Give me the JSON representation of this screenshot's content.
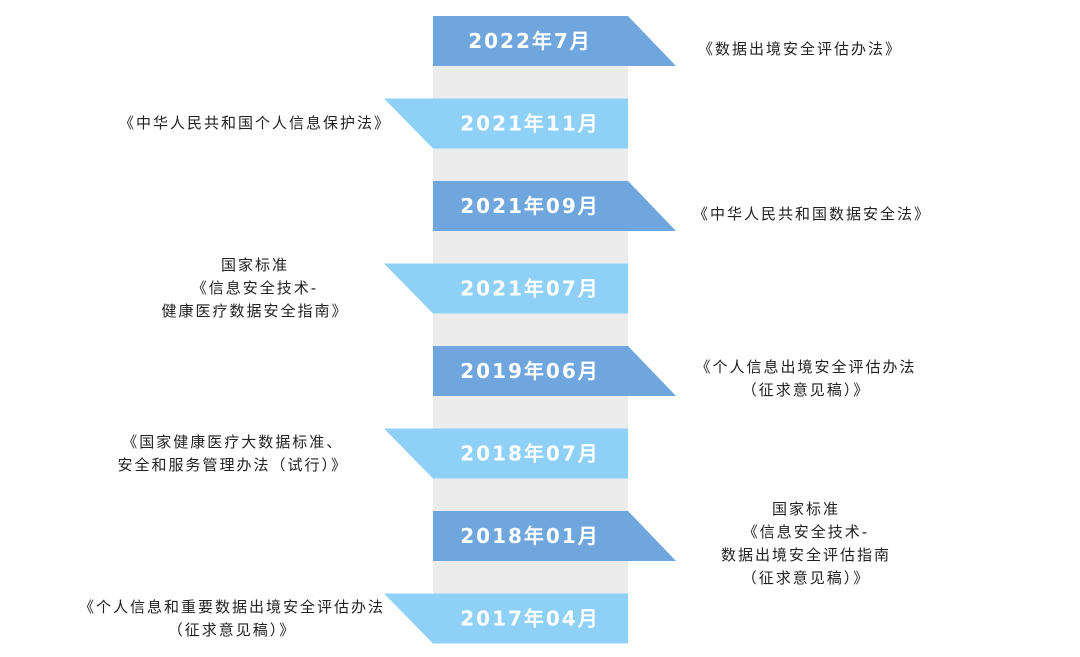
{
  "colors": {
    "dark_ribbon": "#6fa6de",
    "light_ribbon": "#8fd0f7",
    "fold": "#ececec",
    "text": "#222222",
    "date_text": "#ffffff"
  },
  "events": [
    {
      "date": "2022年7月",
      "style": "dark",
      "description_side": "right",
      "description": [
        "《数据出境安全评估办法》"
      ]
    },
    {
      "date": "2021年11月",
      "style": "light",
      "description_side": "left",
      "description": [
        "《中华人民共和国个人信息保护法》"
      ]
    },
    {
      "date": "2021年09月",
      "style": "dark",
      "description_side": "right",
      "description": [
        "《中华人民共和国数据安全法》"
      ]
    },
    {
      "date": "2021年07月",
      "style": "light",
      "description_side": "left",
      "description": [
        "国家标准",
        "《信息安全技术-",
        "健康医疗数据安全指南》"
      ]
    },
    {
      "date": "2019年06月",
      "style": "dark",
      "description_side": "right",
      "description": [
        "《个人信息出境安全评估办法",
        "（征求意见稿）》"
      ]
    },
    {
      "date": "2018年07月",
      "style": "light",
      "description_side": "left",
      "description": [
        "《国家健康医疗大数据标准、",
        "安全和服务管理办法（试行）》"
      ]
    },
    {
      "date": "2018年01月",
      "style": "dark",
      "description_side": "right",
      "description": [
        "国家标准",
        "《信息安全技术-",
        "数据出境安全评估指南",
        "（征求意见稿）》"
      ]
    },
    {
      "date": "2017年04月",
      "style": "light",
      "description_side": "left",
      "description": [
        "《个人信息和重要数据出境安全评估办法",
        "（征求意见稿）》"
      ]
    }
  ]
}
